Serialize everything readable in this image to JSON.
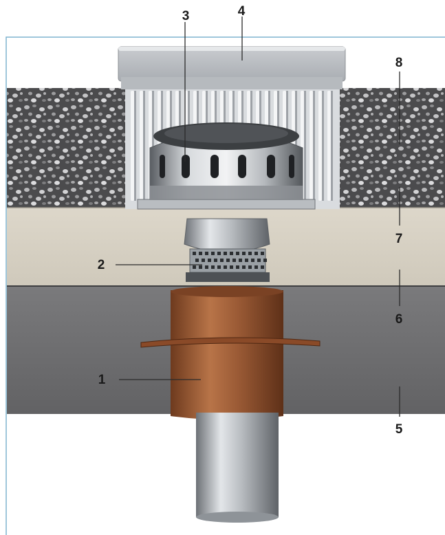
{
  "callouts": [
    {
      "id": "1",
      "label": "1"
    },
    {
      "id": "2",
      "label": "2"
    },
    {
      "id": "3",
      "label": "3"
    },
    {
      "id": "4",
      "label": "4"
    },
    {
      "id": "5",
      "label": "5"
    },
    {
      "id": "6",
      "label": "6"
    },
    {
      "id": "7",
      "label": "7"
    },
    {
      "id": "8",
      "label": "8"
    }
  ],
  "colors": {
    "frame_border": "#7fb3cf",
    "gravel_dark": "#4a4a4c",
    "concrete_upper": "#d9d3c5",
    "concrete_lower": "#6e6e70",
    "copper": "#9a5a35",
    "steel": "#b8bcc0"
  }
}
